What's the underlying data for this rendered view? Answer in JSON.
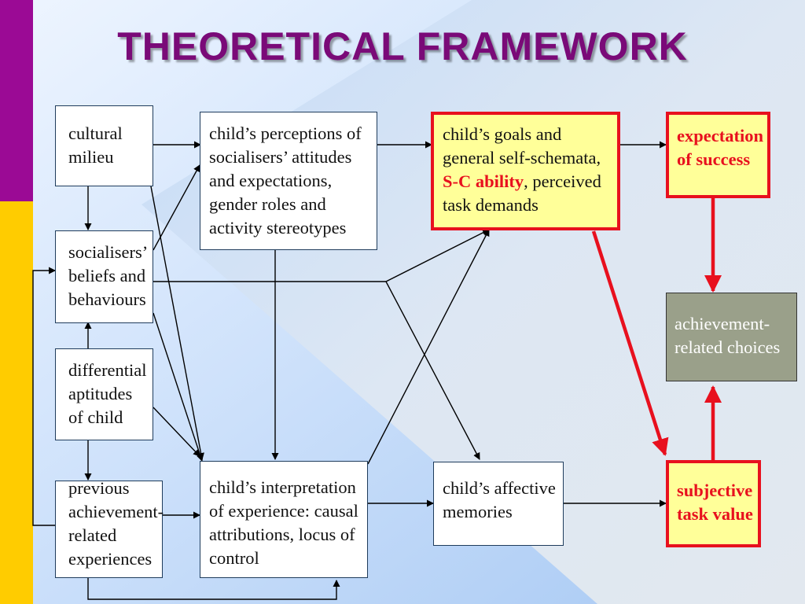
{
  "title": "THEORETICAL FRAMEWORK",
  "colors": {
    "title": "#7a0a78",
    "accent_purple": "#9b0a95",
    "accent_yellow": "#ffcc00",
    "highlight_red": "#e8101e",
    "highlight_fill": "#ffff99",
    "choices_fill": "#9aa08a"
  },
  "boxes": {
    "cultural_milieu": [
      "cultural",
      "milieu"
    ],
    "socialisers_beliefs": [
      "socialisers’",
      "beliefs and",
      "behaviours"
    ],
    "differential_aptitudes": [
      "differential",
      "aptitudes",
      "of child"
    ],
    "previous_experiences": [
      "previous",
      "achievement-",
      "related",
      "experiences"
    ],
    "childs_perceptions": [
      "child’s perceptions of",
      "socialisers’ attitudes",
      "and expectations,",
      "gender roles and",
      "activity stereotypes"
    ],
    "childs_interpretation": [
      "child’s interpretation",
      "of experience: causal",
      "attributions, locus of",
      "control"
    ],
    "childs_goals": {
      "line1": "child’s goals and",
      "line2": "general self-schemata,",
      "line3_highlight": "S-C ability",
      "line3_rest": ", perceived",
      "line4": "task demands"
    },
    "childs_affective": [
      "child’s affective",
      "memories"
    ],
    "expectation_of_success": [
      "expectation",
      "of success"
    ],
    "achievement_choices": [
      "achievement-",
      "related choices"
    ],
    "subjective_task_value": [
      "subjective",
      "task value"
    ]
  }
}
